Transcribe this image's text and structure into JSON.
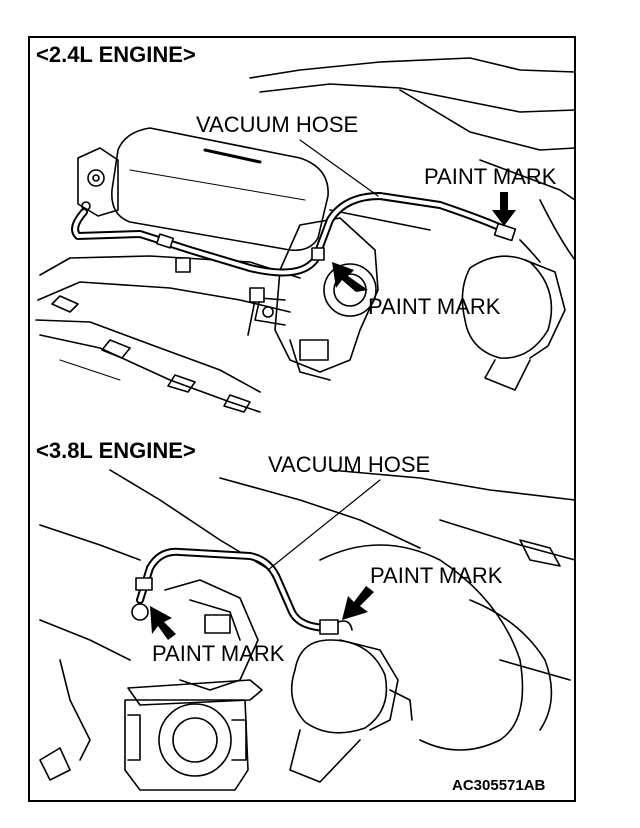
{
  "top_panel": {
    "heading": "<2.4L ENGINE>",
    "vacuum_hose": "VACUUM HOSE",
    "paint_mark_right": "PAINT MARK",
    "paint_mark_center": "PAINT MARK"
  },
  "bottom_panel": {
    "heading": "<3.8L ENGINE>",
    "vacuum_hose": "VACUUM HOSE",
    "paint_mark_right": "PAINT MARK",
    "paint_mark_left": "PAINT MARK"
  },
  "figure_code": "AC305571AB"
}
